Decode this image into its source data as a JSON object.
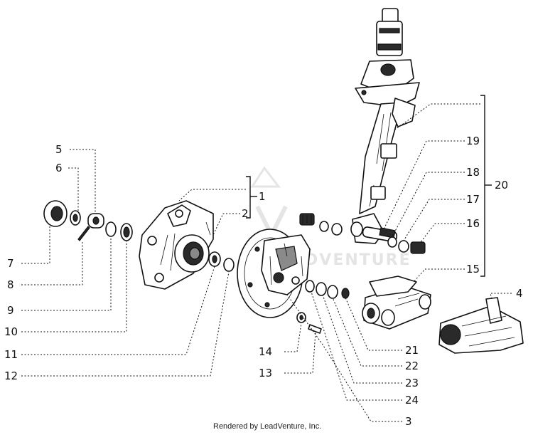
{
  "callouts": {
    "c1": "1",
    "c2": "2",
    "c3": "3",
    "c4": "4",
    "c5": "5",
    "c6": "6",
    "c7": "7",
    "c8": "8",
    "c9": "9",
    "c10": "10",
    "c11": "11",
    "c12": "12",
    "c13": "13",
    "c14": "14",
    "c15": "15",
    "c16": "16",
    "c17": "17",
    "c18": "18",
    "c19": "19",
    "c20": "20",
    "c21": "21",
    "c22": "22",
    "c23": "23",
    "c24": "24"
  },
  "watermark": "ADVENTURE",
  "credit": "Rendered by LeadVenture, Inc."
}
